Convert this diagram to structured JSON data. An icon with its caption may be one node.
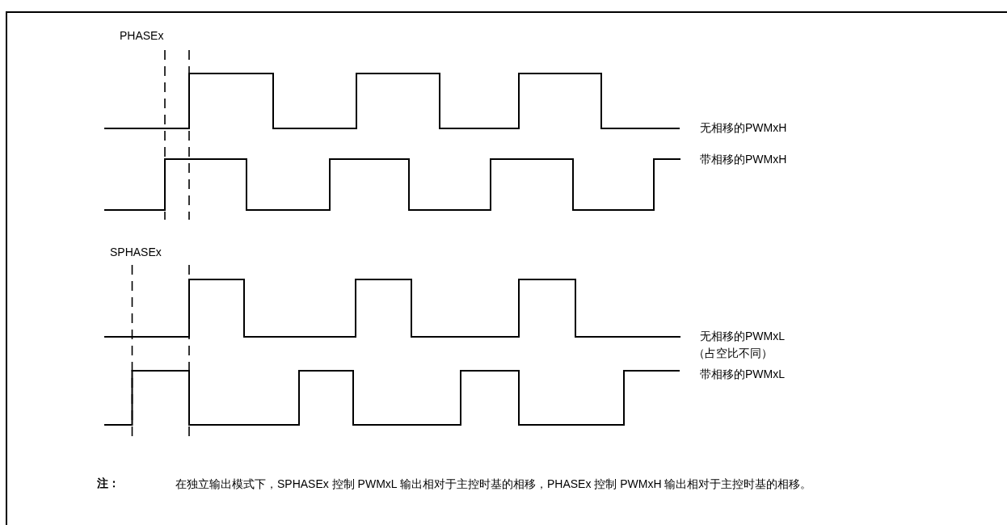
{
  "diagram": {
    "labels": [
      "PHASEx",
      "无相移的PWMxH",
      "带相移的PWMxH",
      "SPHASEx",
      "无相移的PWMxL",
      "（占空比不同）",
      "带相移的PWMxL",
      "注：",
      "在独立输出模式下，SPHASEx 控制 PWMxL 输出相对于主控时基的相移，PHASEx 控制 PWMxH 输出相对于主控时基的相移。"
    ]
  }
}
